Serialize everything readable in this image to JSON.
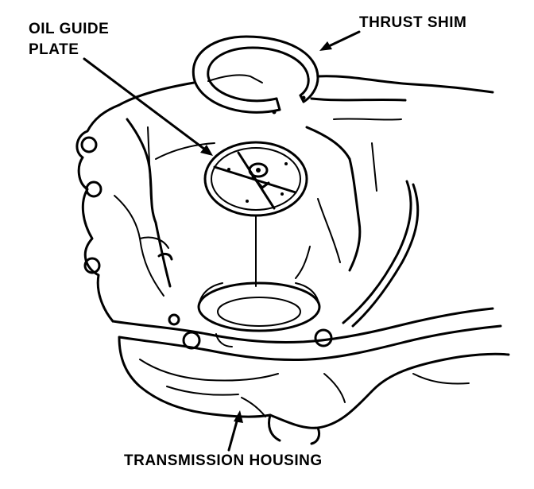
{
  "labels": {
    "oil_guide_plate_line1": "OIL GUIDE",
    "oil_guide_plate_line2": "PLATE",
    "thrust_shim": "THRUST SHIM",
    "transmission_housing": "TRANSMISSION HOUSING"
  },
  "colors": {
    "ink": "#000000",
    "paper": "#ffffff"
  }
}
